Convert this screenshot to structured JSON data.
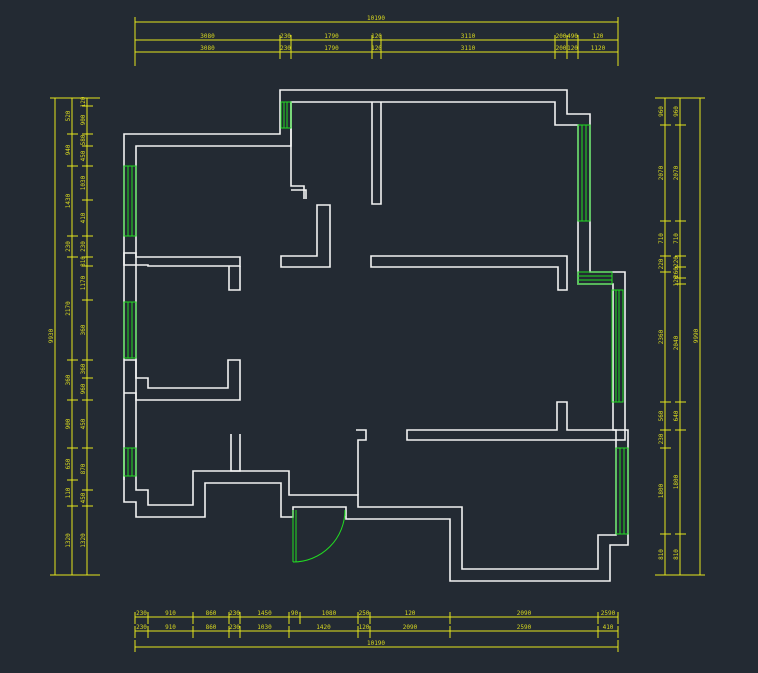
{
  "colors": {
    "background": "#232a33",
    "walls": "#f2f2f2",
    "dimensions": "#e6e61e",
    "windows_doors": "#22dd22"
  },
  "dimensions": {
    "top_total": "10190",
    "top_row1": [
      "3080",
      "230",
      "1790",
      "120",
      "3110",
      "200",
      "490",
      "120"
    ],
    "top_row2": [
      "3080",
      "230",
      "1790",
      "120",
      "3110",
      "200",
      "120",
      "1120"
    ],
    "bottom_row1": [
      "230",
      "910",
      "860",
      "230",
      "1450",
      "90",
      "1080",
      "250",
      "120",
      "2090",
      "2590",
      "410"
    ],
    "bottom_row2": [
      "230",
      "910",
      "860",
      "230",
      "1030",
      "1420",
      "120",
      "2090",
      "2590",
      "410"
    ],
    "bottom_total": "10190",
    "left_total": "9930",
    "left_col1": [
      "520",
      "940",
      "1430",
      "230",
      "2170",
      "360",
      "900",
      "650",
      "110",
      "1320"
    ],
    "left_col2": [
      "120",
      "900",
      "580",
      "450",
      "1030",
      "410",
      "230",
      "810",
      "1170",
      "360",
      "360",
      "960",
      "450",
      "870",
      "450",
      "1320"
    ],
    "right_total": "9990",
    "right_col1": [
      "960",
      "2070",
      "710",
      "220",
      "2360",
      "560",
      "230",
      "1800",
      "810"
    ],
    "right_col2": [
      "960",
      "2070",
      "710",
      "220",
      "260",
      "120",
      "2040",
      "640",
      "1800",
      "810"
    ]
  }
}
